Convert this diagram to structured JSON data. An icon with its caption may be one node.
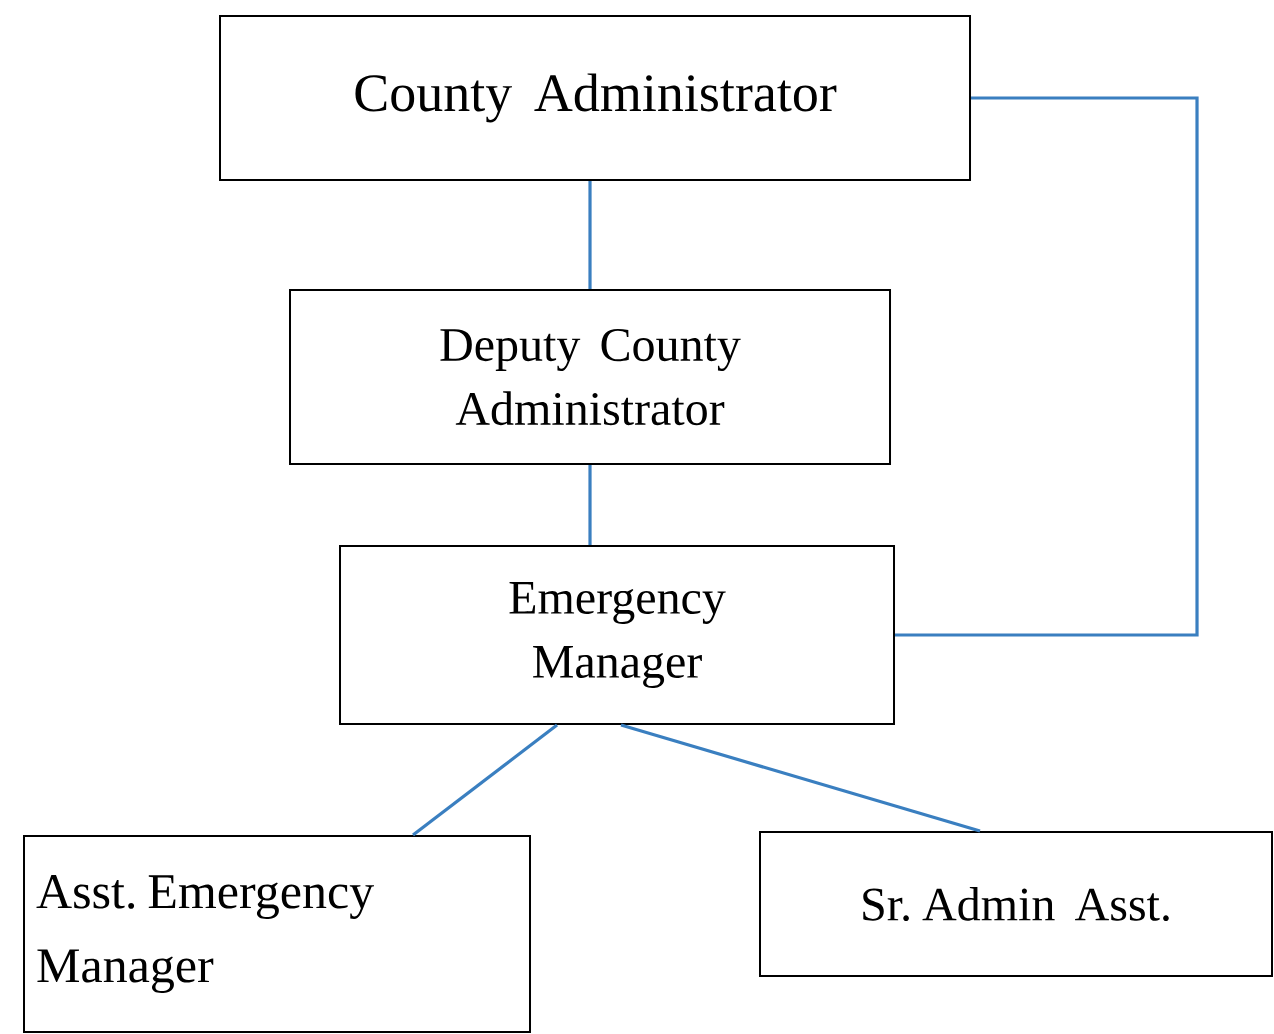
{
  "diagram": {
    "nodes": [
      {
        "text": [
          "County Administrator"
        ]
      },
      {
        "text": [
          "Deputy County Administrator"
        ]
      },
      {
        "text": [
          "Emergency Manager"
        ]
      },
      {
        "text": [
          "Asst. Emergency Manager"
        ]
      },
      {
        "text": [
          "Sr. Admin Asst."
        ]
      }
    ],
    "edges": [
      {
        "from": 0,
        "to": 1,
        "arrow": "none"
      },
      {
        "from": 1,
        "to": 2,
        "arrow": "none"
      },
      {
        "from": 0,
        "to": 2,
        "arrow": "none"
      },
      {
        "from": 2,
        "to": 3,
        "arrow": "none"
      },
      {
        "from": 2,
        "to": 4,
        "arrow": "none"
      }
    ]
  }
}
